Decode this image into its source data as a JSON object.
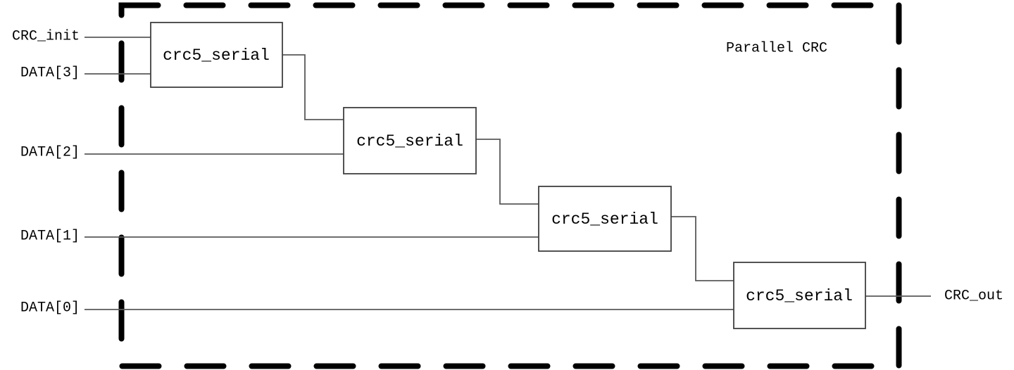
{
  "diagram": {
    "boundary_label": "Parallel CRC",
    "modules": [
      {
        "label": "crc5_serial"
      },
      {
        "label": "crc5_serial"
      },
      {
        "label": "crc5_serial"
      },
      {
        "label": "crc5_serial"
      }
    ],
    "inputs": [
      {
        "label": "CRC_init"
      },
      {
        "label": "DATA[3]"
      },
      {
        "label": "DATA[2]"
      },
      {
        "label": "DATA[1]"
      },
      {
        "label": "DATA[0]"
      }
    ],
    "output": {
      "label": "CRC_out"
    },
    "colors": {
      "boundary": "#000000",
      "module_border": "#404040",
      "wire": "#595959",
      "text": "#000000",
      "background": "#ffffff"
    }
  }
}
